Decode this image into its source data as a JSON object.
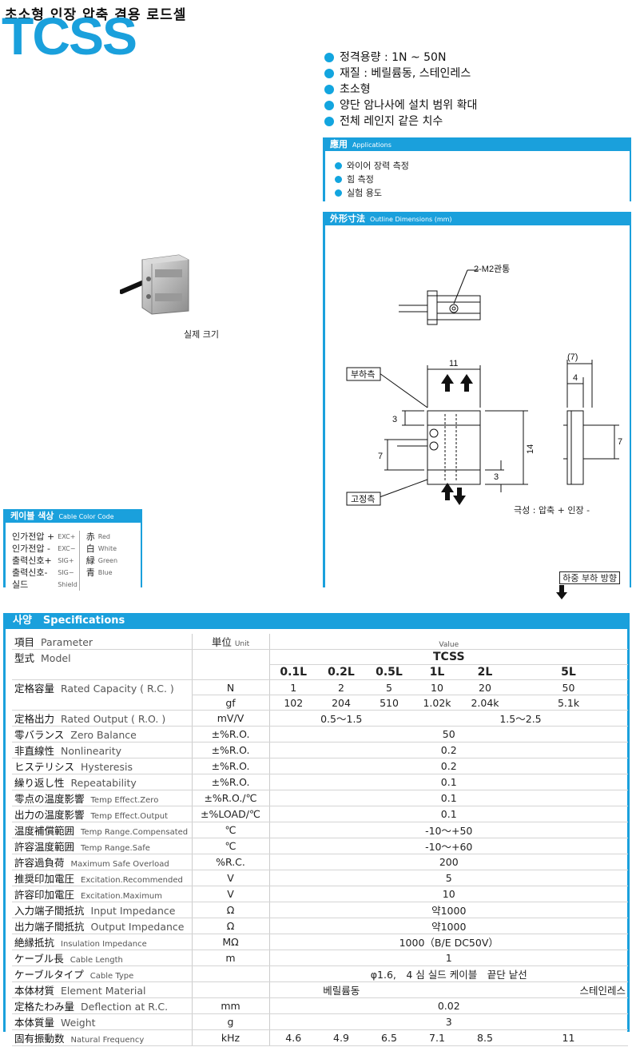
{
  "header": {
    "subtitle": "초소형 인장 압축 겸용 로드셀",
    "model": "TCSS"
  },
  "features": [
    "정격용량 : 1N ~ 50N",
    "재질 : 베릴륨동, 스테인레스",
    "초소형",
    "양단 암나사에 설치 범위 확대",
    "전체 레인지 같은 치수"
  ],
  "applications": {
    "title": "應用",
    "title_en": "Applications",
    "items": [
      "와이어 장력 측정",
      "힘 측정",
      "실험 용도"
    ]
  },
  "outline": {
    "title": "外形寸法",
    "title_en": "Outline Dimensions (mm)",
    "thread_label": "2-M2관통",
    "load_side": "부하측",
    "fixed_side": "고정측",
    "dim_width": "11",
    "dim_height": "14",
    "dim_3a": "3",
    "dim_3b": "3",
    "dim_7a": "7",
    "dim_side_outer": "(7)",
    "dim_side_inner": "4",
    "dim_7b": "7",
    "polarity": "극성 : 압축 + 인장 -",
    "load_direction": "하중 부하 방향"
  },
  "photo_caption": "실제 크기",
  "cable": {
    "title": "케이블 색상",
    "title_en": "Cable Color Code",
    "rows": [
      {
        "label": "인가전압 +",
        "code": "EXC+",
        "color": "赤",
        "color_en": "Red"
      },
      {
        "label": "인가전압 -",
        "code": "EXC−",
        "color": "白",
        "color_en": "White"
      },
      {
        "label": "출력신호+",
        "code": "SIG+",
        "color": "緑",
        "color_en": "Green"
      },
      {
        "label": "출력신호-",
        "code": "SIG−",
        "color": "青",
        "color_en": "Blue"
      },
      {
        "label": "실드",
        "code": "Shield",
        "color": "",
        "color_en": ""
      }
    ]
  },
  "spec": {
    "title": "사양",
    "title_en": "Specifications",
    "param_ja": "項目",
    "param_en": "Parameter",
    "unit_ja": "単位",
    "unit_en": "Unit",
    "value_header": "Value",
    "model_ja": "型式",
    "model_en": "Model",
    "model_name": "TCSS",
    "capacities": [
      "0.1L",
      "0.2L",
      "0.5L",
      "1L",
      "2L",
      "5L"
    ],
    "rated_capacity": {
      "ja": "定格容量",
      "en": "Rated Capacity ( R.C. )",
      "unit_n": "N",
      "unit_gf": "gf",
      "n": [
        "1",
        "2",
        "5",
        "10",
        "20",
        "50"
      ],
      "gf": [
        "102",
        "204",
        "510",
        "1.02k",
        "2.04k",
        "5.1k"
      ]
    },
    "rated_output": {
      "ja": "定格出力",
      "en": "Rated Output ( R.O. )",
      "unit": "mV/V",
      "v1": "0.5～1.5",
      "v2": "1.5～2.5"
    },
    "rows": [
      {
        "ja": "零バランス",
        "en": "Zero Balance",
        "small": false,
        "unit": "±%R.O.",
        "value": "50"
      },
      {
        "ja": "非直線性",
        "en": "Nonlinearity",
        "small": false,
        "unit": "±%R.O.",
        "value": "0.2"
      },
      {
        "ja": "ヒステリシス",
        "en": "Hysteresis",
        "small": false,
        "unit": "±%R.O.",
        "value": "0.2"
      },
      {
        "ja": "繰り返し性",
        "en": "Repeatability",
        "small": false,
        "unit": "±%R.O.",
        "value": "0.1"
      },
      {
        "ja": "零点の温度影響",
        "en": "Temp Effect.Zero",
        "small": true,
        "unit": "±%R.O./℃",
        "value": "0.1"
      },
      {
        "ja": "出力の温度影響",
        "en": "Temp Effect.Output",
        "small": true,
        "unit": "±%LOAD/℃",
        "value": "0.1"
      },
      {
        "ja": "温度補償範囲",
        "en": "Temp Range.Compensated",
        "small": true,
        "unit": "℃",
        "value": "-10～+50"
      },
      {
        "ja": "許容温度範囲",
        "en": "Temp Range.Safe",
        "small": true,
        "unit": "℃",
        "value": "-10～+60"
      },
      {
        "ja": "許容過負荷",
        "en": "Maximum Safe Overload",
        "small": true,
        "unit": "%R.C.",
        "value": "200"
      },
      {
        "ja": "推奨印加電圧",
        "en": "Excitation.Recommended",
        "small": true,
        "unit": "V",
        "value": "5"
      },
      {
        "ja": "許容印加電圧",
        "en": "Excitation.Maximum",
        "small": true,
        "unit": "V",
        "value": "10"
      },
      {
        "ja": "入力端子間抵抗",
        "en": "Input Impedance",
        "small": false,
        "unit": "Ω",
        "value": "약1000"
      },
      {
        "ja": "出力端子間抵抗",
        "en": "Output Impedance",
        "small": false,
        "unit": "Ω",
        "value": "약1000"
      },
      {
        "ja": "絶縁抵抗",
        "en": "Insulation Impedance",
        "small": true,
        "unit": "MΩ",
        "value": "1000（B/E DC50V）"
      },
      {
        "ja": "ケーブル長",
        "en": "Cable Length",
        "small": true,
        "unit": "m",
        "value": "1"
      },
      {
        "ja": "ケーブルタイプ",
        "en": "Cable Type",
        "small": true,
        "unit": "",
        "value": "φ1.6,　4 심 실드 케이블　끝단 낱선"
      }
    ],
    "material": {
      "ja": "本体材質",
      "en": "Element Material",
      "unit": "",
      "v1": "베릴륨동",
      "v2": "스테인레스"
    },
    "deflection": {
      "ja": "定格たわみ量",
      "en": "Deflection at R.C.",
      "unit": "mm",
      "value": "0.02"
    },
    "weight": {
      "ja": "本体質量",
      "en": "Weight",
      "unit": "g",
      "value": "3"
    },
    "frequency": {
      "ja": "固有振動数",
      "en": "Natural Frequency",
      "unit": "kHz",
      "values": [
        "4.6",
        "4.9",
        "6.5",
        "7.1",
        "8.5",
        "11"
      ]
    }
  },
  "colors": {
    "accent": "#1aa0dc",
    "text": "#222222"
  }
}
